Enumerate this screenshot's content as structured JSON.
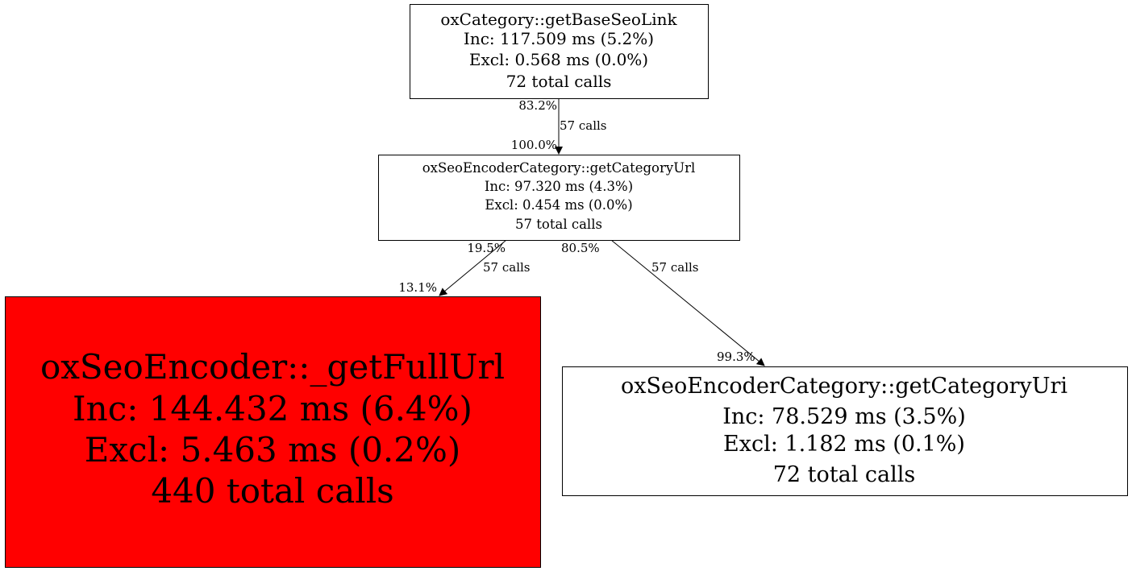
{
  "colors": {
    "hot_node": "#ff0000",
    "node": "#ffffff",
    "stroke": "#000000"
  },
  "nodes": [
    {
      "name": "oxCategory::getBaseSeoLink",
      "inc": "Inc: 117.509 ms (5.2%)",
      "excl": "Excl: 0.568 ms (0.0%)",
      "calls": "72 total calls"
    },
    {
      "name": "oxSeoEncoderCategory::getCategoryUrl",
      "inc": "Inc: 97.320 ms (4.3%)",
      "excl": "Excl: 0.454 ms (0.0%)",
      "calls": "57 total calls"
    },
    {
      "name": "oxSeoEncoder::_getFullUrl",
      "inc": "Inc: 144.432 ms (6.4%)",
      "excl": "Excl: 5.463 ms (0.2%)",
      "calls": "440 total calls"
    },
    {
      "name": "oxSeoEncoderCategory::getCategoryUri",
      "inc": "Inc: 78.529 ms (3.5%)",
      "excl": "Excl: 1.182 ms (0.1%)",
      "calls": "72 total calls"
    }
  ],
  "edges": [
    {
      "tail": "83.2%",
      "calls": "57 calls",
      "head": "100.0%"
    },
    {
      "tail": "19.5%",
      "calls": "57 calls",
      "head": "13.1%"
    },
    {
      "tail": "80.5%",
      "calls": "57 calls",
      "head": "99.3%"
    }
  ]
}
